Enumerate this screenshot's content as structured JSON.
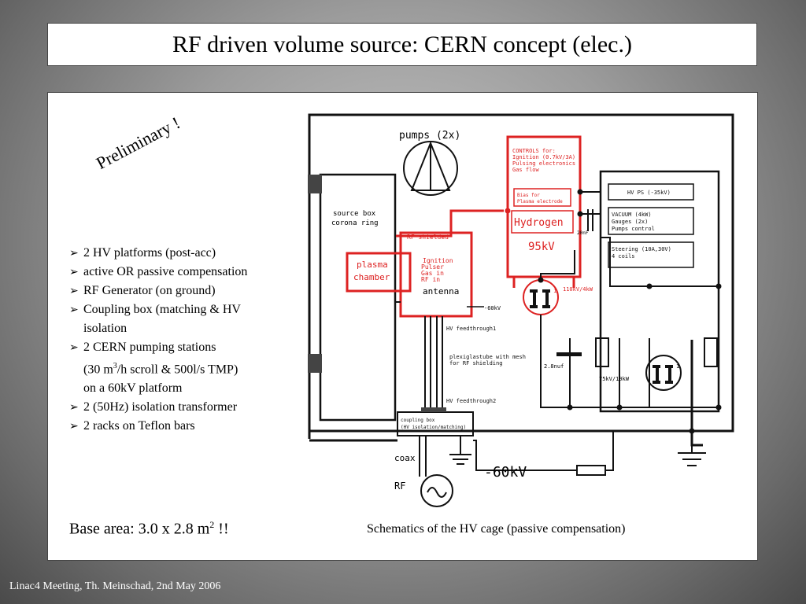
{
  "title": "RF driven volume source: CERN concept (elec.)",
  "preliminary": "Preliminary !",
  "bullets": [
    "2 HV platforms (post-acc)",
    "active OR passive  compensation",
    "RF Generator (on ground)",
    "Coupling box (matching & HV",
    "isolation",
    "2 CERN pumping stations",
    "(30 m",
    "3",
    "/h scroll & 500l/s TMP)",
    "on a 60kV platform",
    "2 (50Hz) isolation transformer",
    "2 racks on Teflon bars"
  ],
  "base_area": {
    "text": "Base area: 3.0 x 2.8 m",
    "sup": "2",
    "suffix": " !!"
  },
  "caption": "Schematics of the HV cage (passive compensation)",
  "footer": "Linac4 Meeting, Th. Meinschad, 2nd May 2006",
  "schematic": {
    "pumps": "pumps (2x)",
    "source_box": [
      "source box",
      "corona ring"
    ],
    "controls": [
      "CONTROLS for:",
      "Ignition (0.7kV/3A)",
      "Pulsing electronics",
      "Gas flow"
    ],
    "bias": [
      "Bias for",
      "Plasma electrode"
    ],
    "hydrogen": "Hydrogen",
    "kv95": "95kV",
    "hv_ps": "HV PS (-35kV)",
    "vacuum": [
      "VACUUM (4kW)",
      "Gauges (2x)",
      "Pumps control"
    ],
    "steering": [
      "Steering (10A,30V)",
      "4 coils"
    ],
    "rf_shielded": "RF shielded",
    "plasma_chamber": [
      "plasma",
      "chamber"
    ],
    "ignition": [
      "Ignition",
      "Pulser",
      "Gas in",
      "RF in"
    ],
    "antenna": "antenna",
    "neg60_small": "-60kV",
    "kw110": "110kV/4kW",
    "nf20": "20nF",
    "hv_feed1": "HV feedthrough1",
    "plexi": [
      "plexiglastube with mesh",
      "for RF shielding"
    ],
    "uf28": "2.8nuf",
    "kv75": "75kV/10kW",
    "hv_feed2": "HV feedthrough2",
    "coupling": [
      "coupling box",
      "(HV isolation/matching)"
    ],
    "coax": "coax",
    "rf": "RF",
    "neg60_big": "-60kV",
    "one": "1",
    "colors": {
      "red": "#dd2222",
      "black": "#111111"
    }
  }
}
